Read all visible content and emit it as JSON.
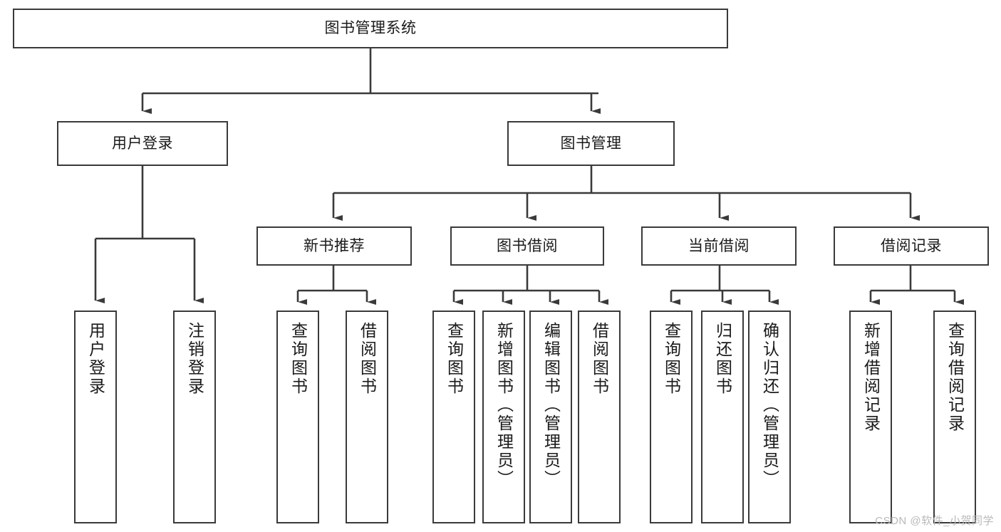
{
  "diagram": {
    "title": "图书管理系统",
    "watermark": "CSDN @软件_小贺同学",
    "line_color": "#3a3a3a",
    "box_fill": "#ffffff",
    "text_color": "#1a1a1a",
    "watermark_color": "#b9b9b9",
    "root": {
      "label": "图书管理系统"
    },
    "level2": [
      {
        "label": "用户登录"
      },
      {
        "label": "图书管理"
      }
    ],
    "level3": [
      {
        "label": "新书推荐"
      },
      {
        "label": "图书借阅"
      },
      {
        "label": "当前借阅"
      },
      {
        "label": "借阅记录"
      }
    ],
    "leaves": {
      "user_login": [
        {
          "label": "用户登录"
        },
        {
          "label": "注销登录"
        }
      ],
      "new_book_recommend": [
        {
          "label": "查询图书"
        },
        {
          "label": "借阅图书"
        }
      ],
      "book_borrow": [
        {
          "label": "查询图书"
        },
        {
          "label": "新增图书（管理员）"
        },
        {
          "label": "编辑图书（管理员）"
        },
        {
          "label": "借阅图书"
        }
      ],
      "current_borrow": [
        {
          "label": "查询图书"
        },
        {
          "label": "归还图书"
        },
        {
          "label": "确认归还（管理员）"
        }
      ],
      "borrow_record": [
        {
          "label": "新增借阅记录"
        },
        {
          "label": "查询借阅记录"
        }
      ]
    }
  }
}
